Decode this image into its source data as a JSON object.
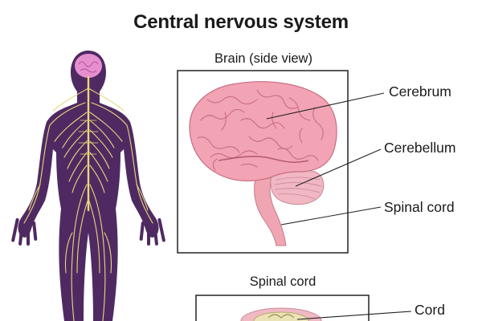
{
  "diagram": {
    "title": "Central nervous system",
    "brain_panel": {
      "heading": "Brain (side view)"
    },
    "spinal_panel": {
      "heading": "Spinal cord"
    },
    "labels": {
      "cerebrum": "Cerebrum",
      "cerebellum": "Cerebellum",
      "spinal_cord": "Spinal cord",
      "cord": "Cord"
    }
  },
  "colors": {
    "body_silhouette": "#4f2a62",
    "nerves": "#e7d77a",
    "brain_pink": "#f2a3b4",
    "brain_fold": "#c86e83",
    "head_brain": "#e58fcf",
    "panel_border": "#222222",
    "leader_line": "#222222"
  }
}
